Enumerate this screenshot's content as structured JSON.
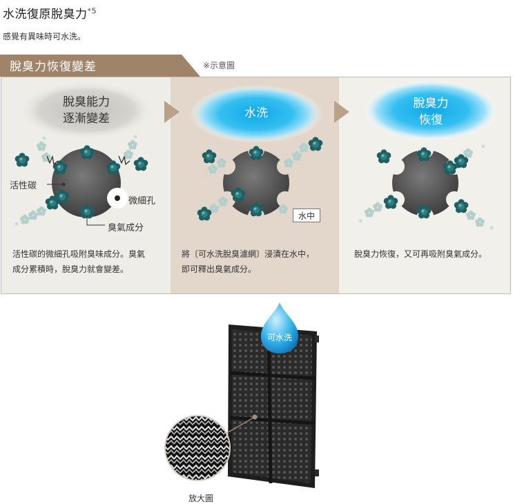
{
  "header": {
    "title": "水洗復原脫臭力",
    "title_sup": "*5",
    "subtitle": "感覺有異味時可水洗。"
  },
  "banner": {
    "label": "脫臭力恢復變差",
    "note": "※示意圖",
    "color": "#a08469"
  },
  "panels": [
    {
      "heading_line1": "脫臭能力",
      "heading_line2": "逐漸變差",
      "label_carbon": "活性碳",
      "label_pore": "微細孔",
      "label_odor": "臭氣成分",
      "desc_line1": "活性碳的微細孔吸附臭味成分。臭氣",
      "desc_line2": "成分累積時，脫臭力就會變差。"
    },
    {
      "heading": "水洗",
      "water_tag": "水中",
      "desc_line1": "將〔可水洗脫臭濾網〕浸漬在水中，",
      "desc_line2": "即可釋出臭氣成分。"
    },
    {
      "heading_line1": "脫臭力",
      "heading_line2": "恢復",
      "desc_line1": "脫臭力恢復，又可再吸附臭氣成分。"
    }
  ],
  "product": {
    "drop_label": "可水洗",
    "magnify_caption": "放大圖"
  },
  "colors": {
    "cloud_gray": "#cfcdc8",
    "cloud_blue": "#1fb6ee",
    "molecule": "#1e5f62",
    "carbon": "#555555"
  }
}
